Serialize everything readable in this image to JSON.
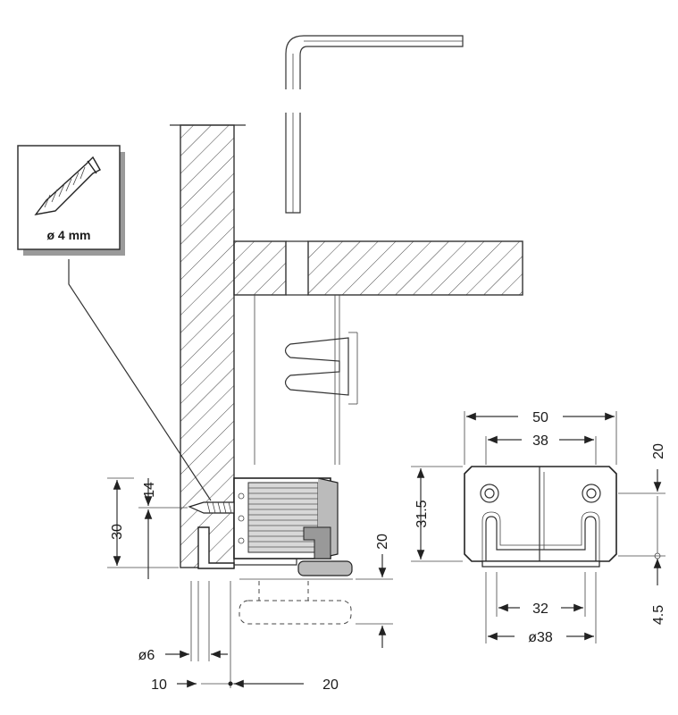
{
  "screw_box": {
    "label": "ø 4 mm"
  },
  "dimensions": {
    "side_14": "14",
    "side_30": "30",
    "side_20": "20",
    "side_6": "ø6",
    "side_10": "10",
    "side_20_bottom": "20",
    "front_50": "50",
    "front_38": "38",
    "front_31_5": "31.5",
    "front_20": "20",
    "front_4_5": "4.5",
    "front_32": "32",
    "front_o38": "ø38"
  },
  "colors": {
    "line": "#333333",
    "hatch": "#444444",
    "box_shadow": "#9a9a9a"
  }
}
